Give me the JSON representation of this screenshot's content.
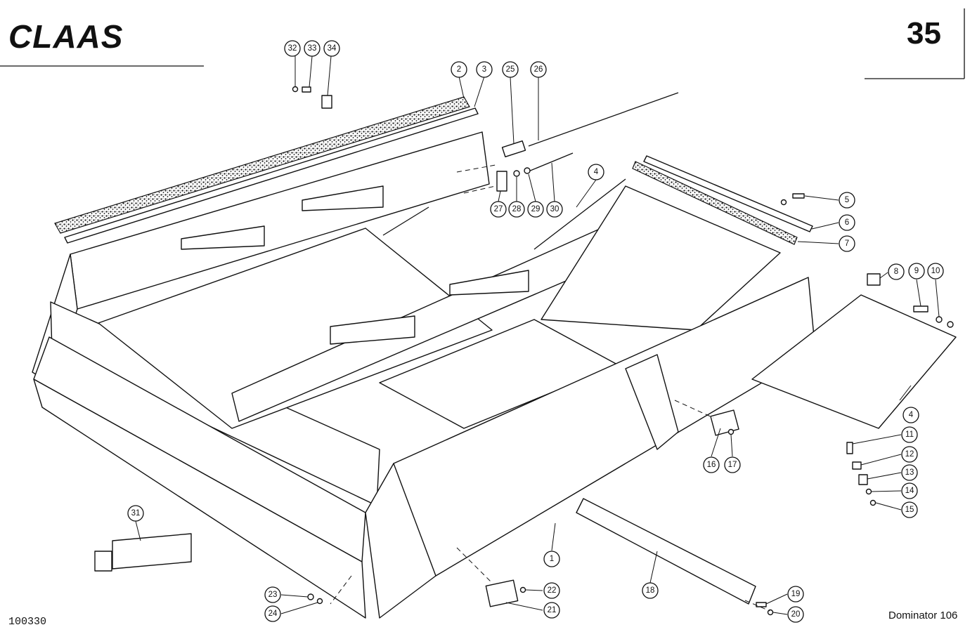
{
  "header": {
    "brand": "CLAAS",
    "page_number": "35"
  },
  "footer": {
    "document_code": "100330",
    "model": "Dominator 106"
  },
  "callouts": [
    {
      "id": "1",
      "label": "1"
    },
    {
      "id": "2",
      "label": "2"
    },
    {
      "id": "3",
      "label": "3"
    },
    {
      "id": "4a",
      "label": "4"
    },
    {
      "id": "4b",
      "label": "4"
    },
    {
      "id": "5",
      "label": "5"
    },
    {
      "id": "6",
      "label": "6"
    },
    {
      "id": "7",
      "label": "7"
    },
    {
      "id": "8",
      "label": "8"
    },
    {
      "id": "9",
      "label": "9"
    },
    {
      "id": "10",
      "label": "10"
    },
    {
      "id": "11",
      "label": "11"
    },
    {
      "id": "12",
      "label": "12"
    },
    {
      "id": "13",
      "label": "13"
    },
    {
      "id": "14",
      "label": "14"
    },
    {
      "id": "15",
      "label": "15"
    },
    {
      "id": "16",
      "label": "16"
    },
    {
      "id": "17",
      "label": "17"
    },
    {
      "id": "18",
      "label": "18"
    },
    {
      "id": "19",
      "label": "19"
    },
    {
      "id": "20",
      "label": "20"
    },
    {
      "id": "21",
      "label": "21"
    },
    {
      "id": "22",
      "label": "22"
    },
    {
      "id": "23",
      "label": "23"
    },
    {
      "id": "24",
      "label": "24"
    },
    {
      "id": "25",
      "label": "25"
    },
    {
      "id": "26",
      "label": "26"
    },
    {
      "id": "27",
      "label": "27"
    },
    {
      "id": "28",
      "label": "28"
    },
    {
      "id": "29",
      "label": "29"
    },
    {
      "id": "30",
      "label": "30"
    },
    {
      "id": "31",
      "label": "31"
    },
    {
      "id": "32",
      "label": "32"
    },
    {
      "id": "33",
      "label": "33"
    },
    {
      "id": "34",
      "label": "34"
    }
  ]
}
